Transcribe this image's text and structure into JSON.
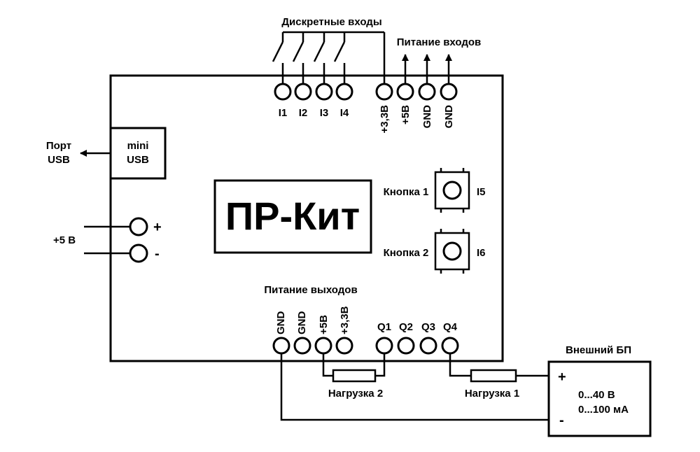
{
  "board": {
    "title": "ПР-Кит",
    "usb_port_label_line1": "Порт",
    "usb_port_label_line2": "USB",
    "mini_usb_line1": "mini",
    "mini_usb_line2": "USB",
    "power_label": "+5 В",
    "power_plus": "+",
    "power_minus": "-"
  },
  "inputs": {
    "group_title": "Дискретные входы",
    "supply_title": "Питание входов",
    "pins": [
      "I1",
      "I2",
      "I3",
      "I4"
    ],
    "supply_pins": [
      "+3,3В",
      "+5В",
      "GND",
      "GND"
    ]
  },
  "buttons": {
    "button1_label": "Кнопка 1",
    "button1_input": "I5",
    "button2_label": "Кнопка 2",
    "button2_input": "I6"
  },
  "outputs": {
    "supply_title": "Питание выходов",
    "supply_pins": [
      "GND",
      "GND",
      "+5В",
      "+3,3В"
    ],
    "pins": [
      "Q1",
      "Q2",
      "Q3",
      "Q4"
    ],
    "load1_label": "Нагрузка 1",
    "load2_label": "Нагрузка 2"
  },
  "external_psu": {
    "title": "Внешний БП",
    "plus": "+",
    "minus": "-",
    "voltage": "0...40 В",
    "current": "0...100 мА"
  }
}
